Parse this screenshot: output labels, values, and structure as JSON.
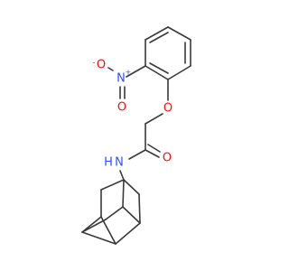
{
  "molecule": {
    "colors": {
      "bond": "#3a3a3a",
      "carbon": "#3a3a3a",
      "nitrogen": "#3050f8",
      "oxygen": "#ff0d0d"
    },
    "atoms": {
      "no2_n": {
        "symbol": "N",
        "charge": "+",
        "element": "nitrogen"
      },
      "no2_o_minus": {
        "symbol": "O",
        "charge": "-",
        "element": "oxygen"
      },
      "no2_o": {
        "symbol": "O",
        "element": "oxygen"
      },
      "ether_o": {
        "symbol": "O",
        "element": "oxygen"
      },
      "amide_o": {
        "symbol": "O",
        "element": "oxygen"
      },
      "amide_n": {
        "symbol": "N",
        "element": "nitrogen"
      },
      "amide_h": {
        "symbol": "H",
        "element": "nitrogen"
      }
    }
  }
}
